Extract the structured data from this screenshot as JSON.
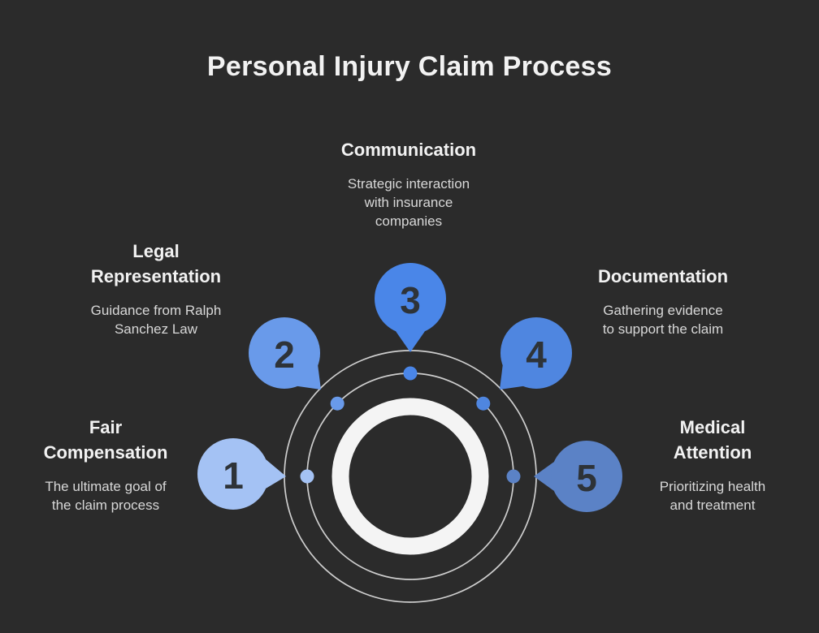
{
  "title": "Personal Injury Claim Process",
  "colors": {
    "background": "#2b2b2b",
    "heading_text": "#f2f2f2",
    "body_text": "#d8d8d8",
    "center_ring": "#f4f4f4",
    "orbit_line": "#dcdcdc",
    "number_text": "#2e3338"
  },
  "steps": [
    {
      "number": "1",
      "label": "Fair Compensation",
      "description": "The ultimate goal of the claim process",
      "color": "#a4c2f4",
      "title_lines": [
        "Fair",
        "Compensation"
      ],
      "desc_lines": [
        "The ultimate goal of",
        "the claim process"
      ]
    },
    {
      "number": "2",
      "label": "Legal Representation",
      "description": "Guidance from Ralph Sanchez Law",
      "color": "#699aea",
      "title_lines": [
        "Legal",
        "Representation"
      ],
      "desc_lines": [
        "Guidance from Ralph",
        "Sanchez Law"
      ]
    },
    {
      "number": "3",
      "label": "Communication",
      "description": "Strategic interaction with insurance companies",
      "color": "#4a86e8",
      "title_lines": [
        "Communication"
      ],
      "desc_lines": [
        "Strategic interaction",
        "with insurance",
        "companies"
      ]
    },
    {
      "number": "4",
      "label": "Documentation",
      "description": "Gathering evidence to support the claim",
      "color": "#4f86e0",
      "title_lines": [
        "Documentation"
      ],
      "desc_lines": [
        "Gathering evidence",
        "to support the claim"
      ]
    },
    {
      "number": "5",
      "label": "Medical Attention",
      "description": "Prioritizing health and treatment",
      "color": "#5b82c6",
      "title_lines": [
        "Medical",
        "Attention"
      ],
      "desc_lines": [
        "Prioritizing health",
        "and treatment"
      ]
    }
  ]
}
